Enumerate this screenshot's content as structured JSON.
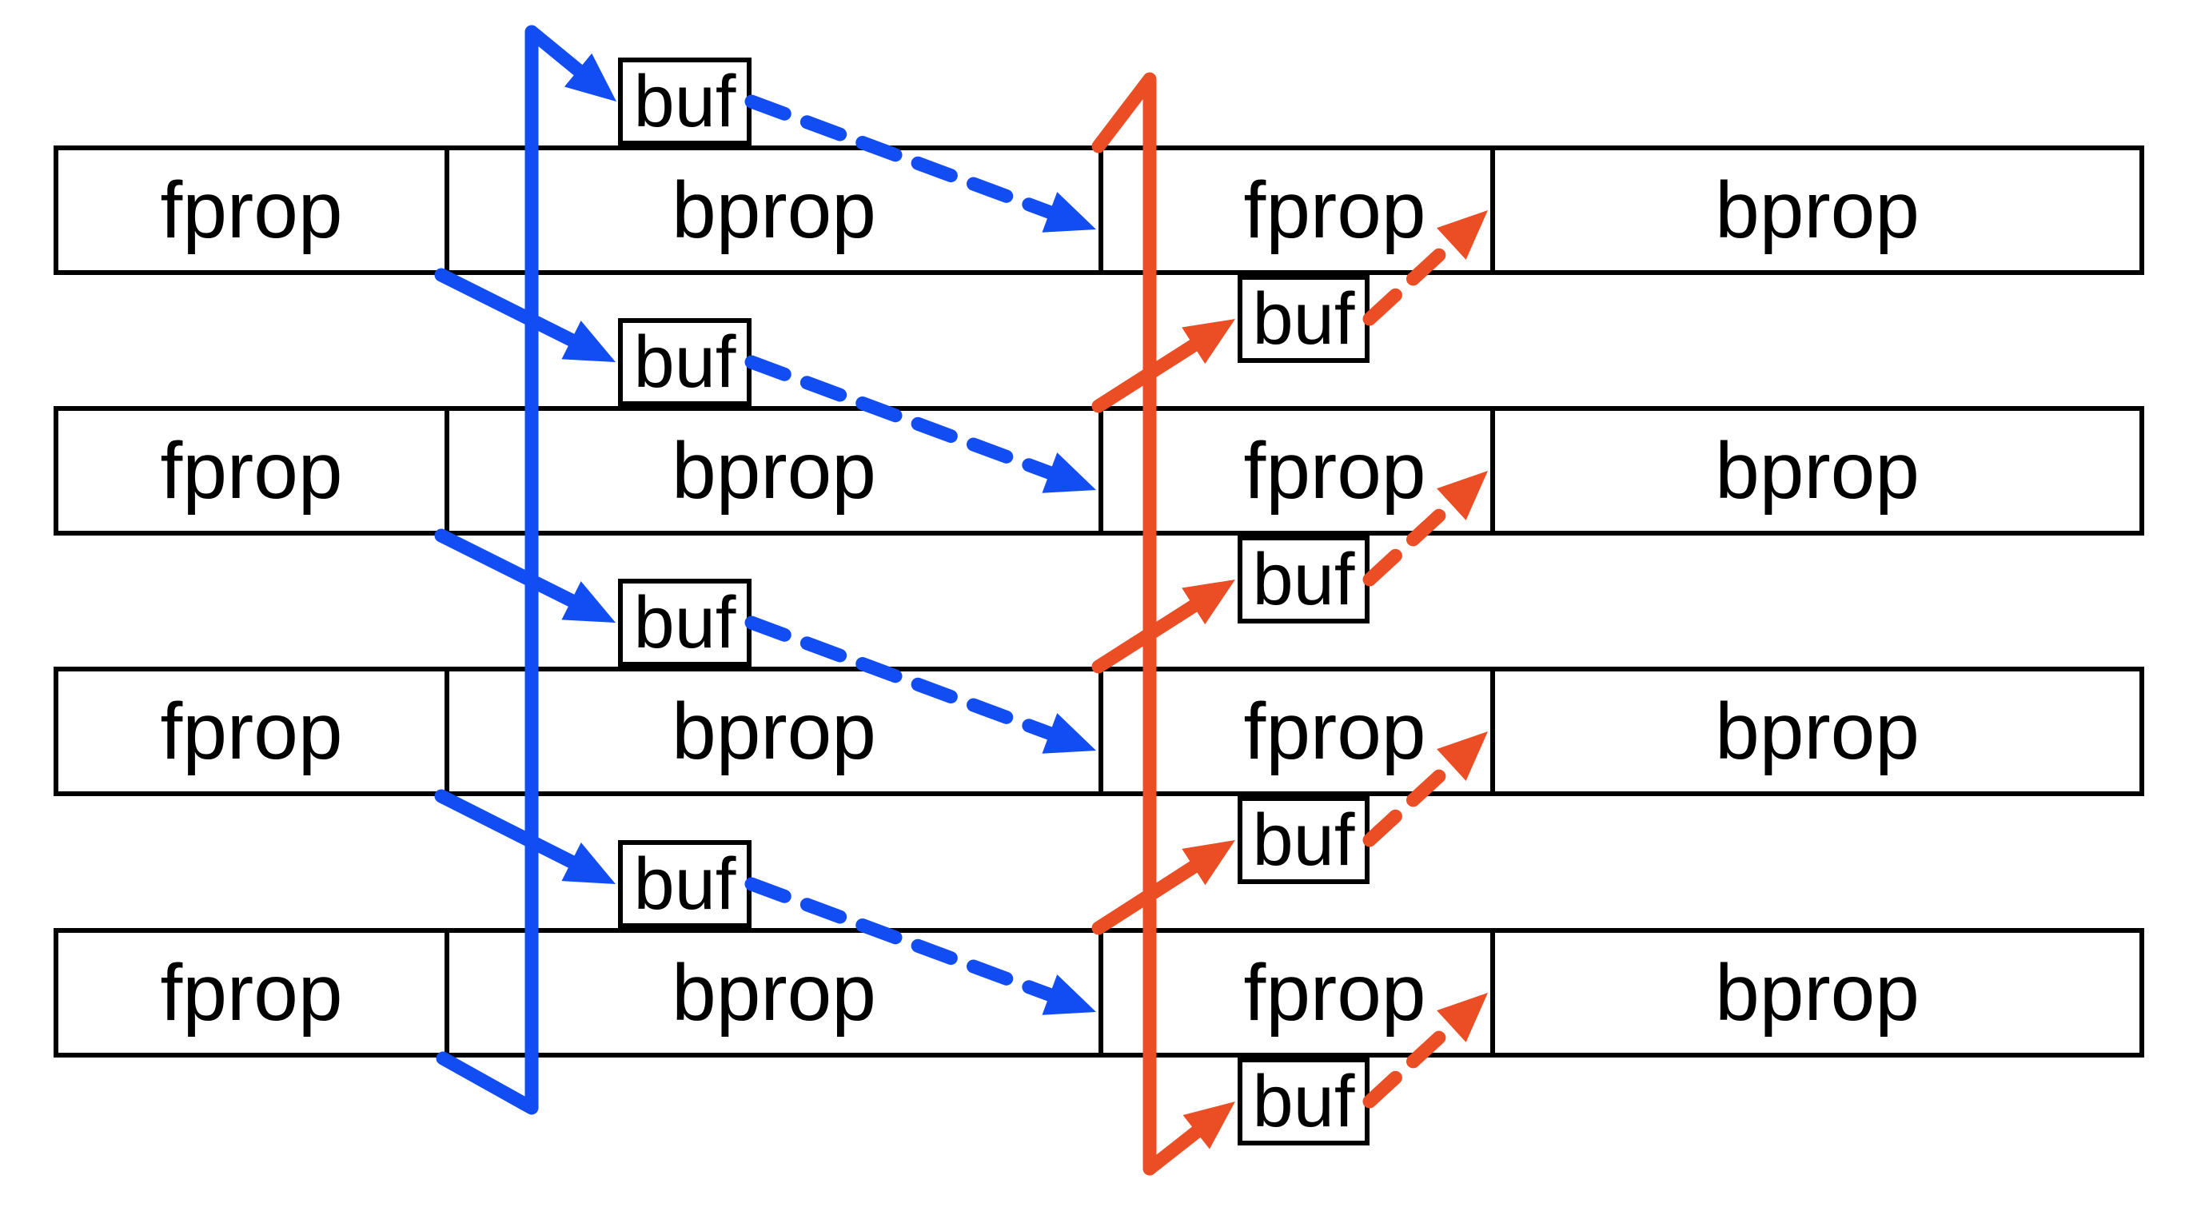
{
  "diagram": {
    "colors": {
      "background": "#ffffff",
      "box_border": "#000000",
      "text": "#000000",
      "blue_arrow": "#114df2",
      "red_arrow": "#eb4d25"
    },
    "rows": [
      {
        "cells": [
          {
            "label": "fprop"
          },
          {
            "label": "bprop"
          },
          {
            "label": "fprop"
          },
          {
            "label": "bprop"
          }
        ]
      },
      {
        "cells": [
          {
            "label": "fprop"
          },
          {
            "label": "bprop"
          },
          {
            "label": "fprop"
          },
          {
            "label": "bprop"
          }
        ]
      },
      {
        "cells": [
          {
            "label": "fprop"
          },
          {
            "label": "bprop"
          },
          {
            "label": "fprop"
          },
          {
            "label": "bprop"
          }
        ]
      },
      {
        "cells": [
          {
            "label": "fprop"
          },
          {
            "label": "bprop"
          },
          {
            "label": "fprop"
          },
          {
            "label": "bprop"
          }
        ]
      }
    ],
    "blue_buffers": [
      {
        "label": "buf"
      },
      {
        "label": "buf"
      },
      {
        "label": "buf"
      },
      {
        "label": "buf"
      }
    ],
    "red_buffers": [
      {
        "label": "buf"
      },
      {
        "label": "buf"
      },
      {
        "label": "buf"
      },
      {
        "label": "buf"
      }
    ]
  }
}
